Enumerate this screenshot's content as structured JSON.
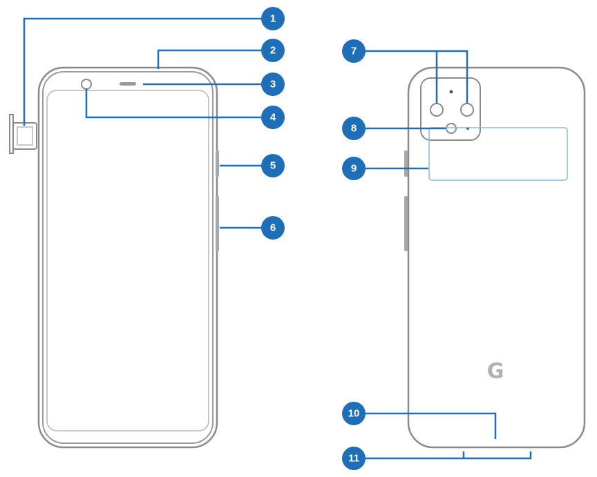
{
  "diagram": {
    "callouts": [
      "1",
      "2",
      "3",
      "4",
      "5",
      "6",
      "7",
      "8",
      "9",
      "10",
      "11"
    ],
    "back_logo": "G",
    "colors": {
      "callout": "#1e6fb8",
      "outline": "#8a8a8a",
      "label_area": "#8bbbe0"
    }
  }
}
